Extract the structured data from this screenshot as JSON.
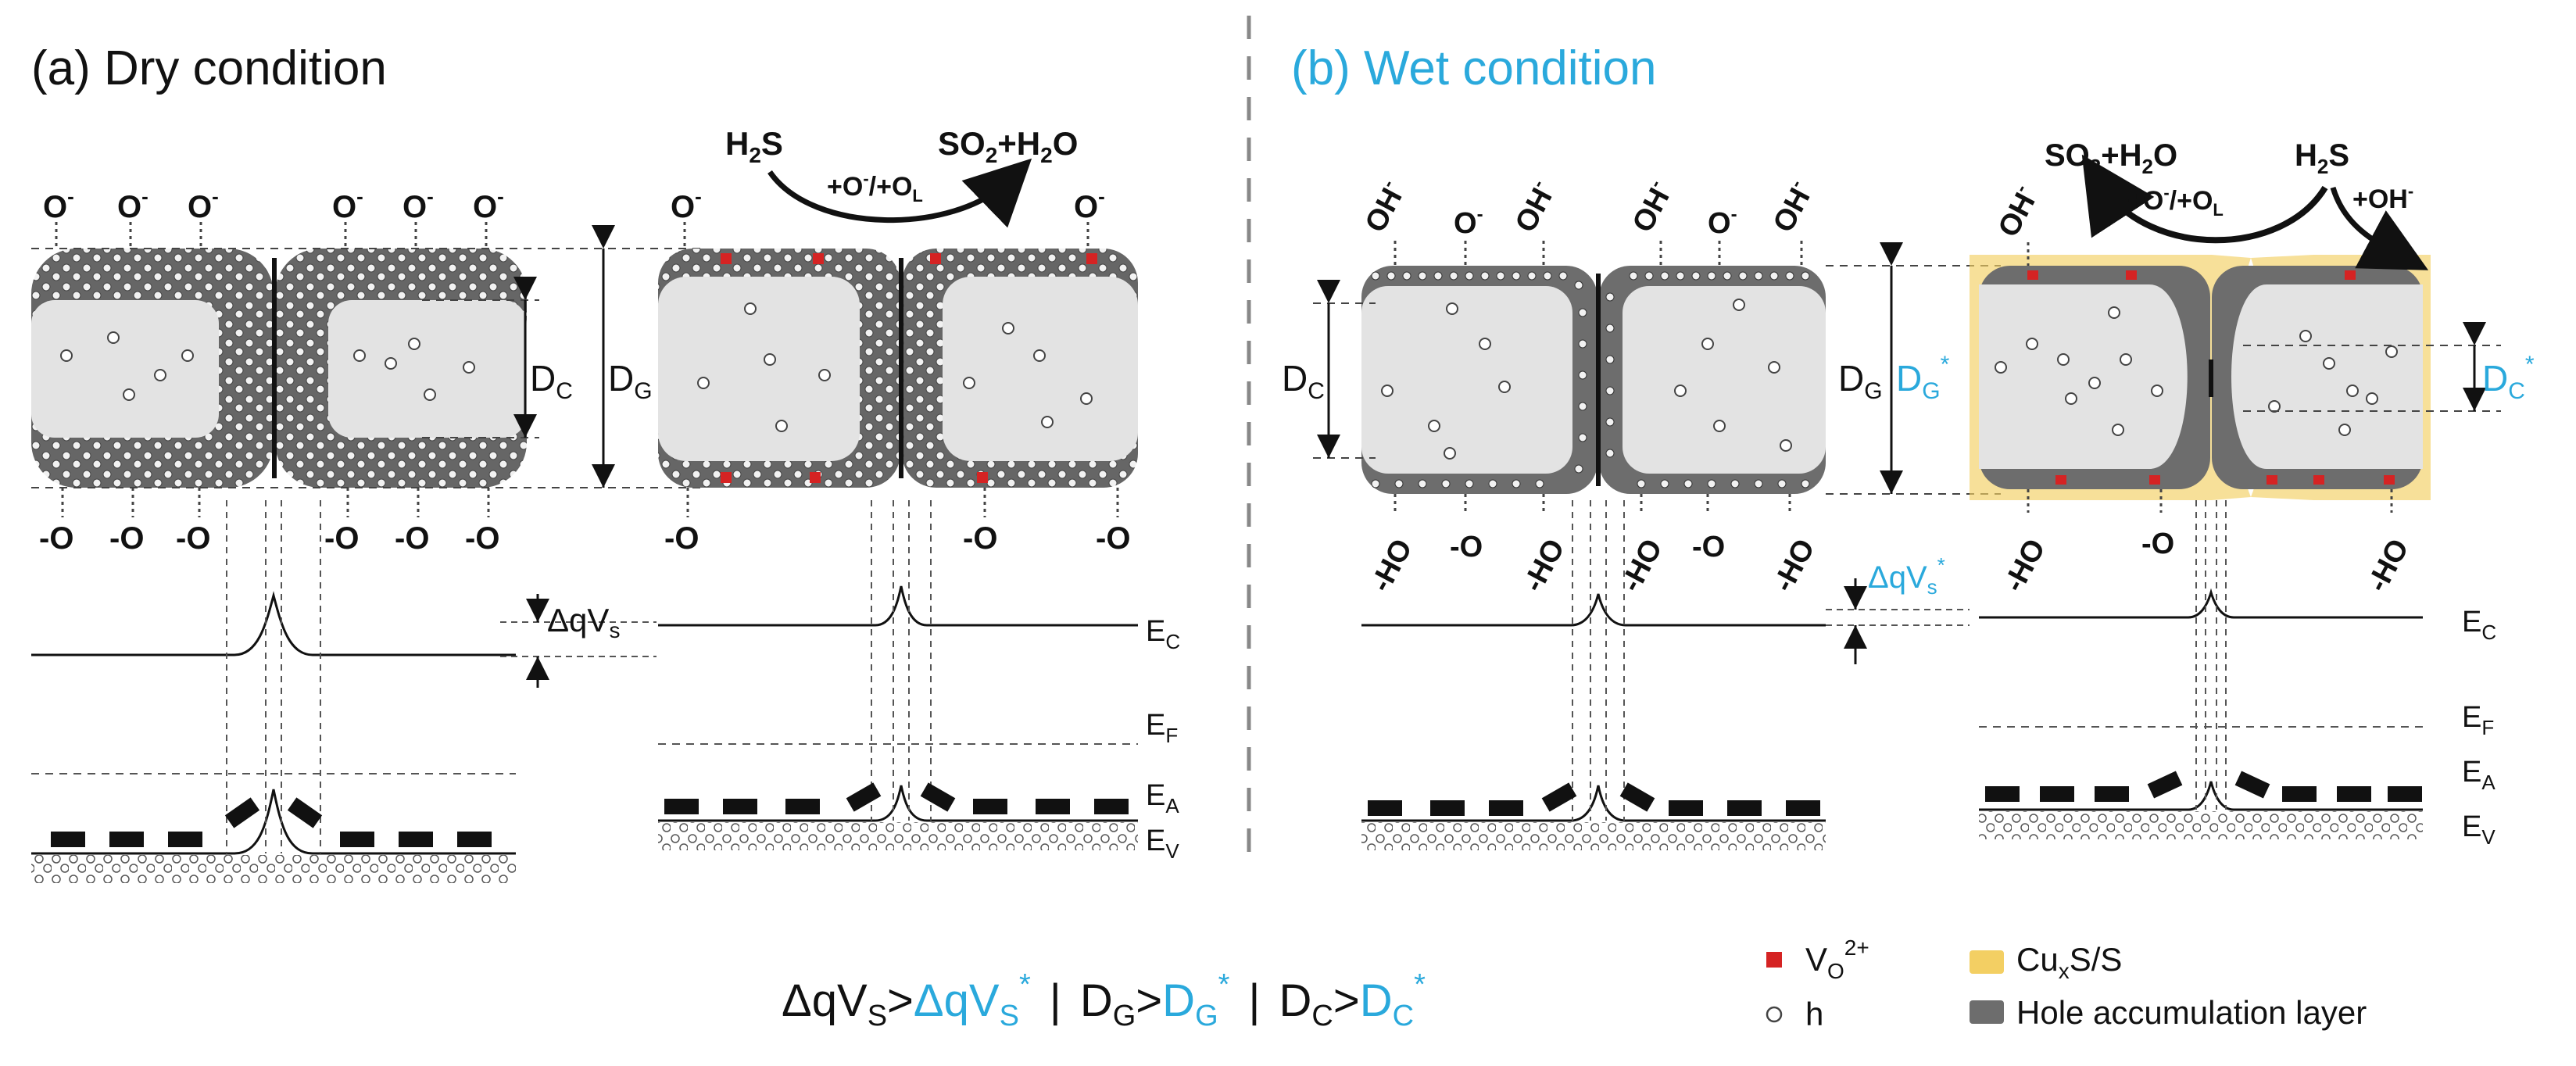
{
  "panel_a": {
    "title": "(a) Dry condition"
  },
  "panel_b": {
    "title": "(b) Wet condition"
  },
  "species": {
    "o_minus": "O",
    "o_minus_sup": "-",
    "o_bottom": "-O",
    "oh_minus": "OH",
    "oh_minus_sup": "-",
    "ho_bottom": "-HO"
  },
  "reaction_dry": {
    "reactant": "H",
    "reactant_sub": "2",
    "reactant_tail": "S",
    "product_a": "SO",
    "product_a_sub": "2",
    "product_b": "+H",
    "product_b_sub": "2",
    "product_c": "O",
    "oxidant": "+O",
    "oxidant_sup": "-",
    "oxidant_mid": "/+O",
    "oxidant_sub": "L"
  },
  "reaction_wet": {
    "extra": "+OH",
    "extra_sup": "-"
  },
  "dims": {
    "dc": "D",
    "dc_sub": "C",
    "dg": "D",
    "dg_sub": "G",
    "dg_star": "D",
    "dg_star_sub": "G",
    "star": "*",
    "dc_star": "D",
    "dc_star_sub": "C",
    "dqvs": "ΔqV",
    "dqvs_sub": "s",
    "dqvs_star": "ΔqV",
    "dqvs_star_sub": "s"
  },
  "bands": {
    "ec": "E",
    "ec_sub": "C",
    "ef": "E",
    "ef_sub": "F",
    "ea": "E",
    "ea_sub": "A",
    "ev": "E",
    "ev_sub": "V"
  },
  "relation": {
    "dqvs": "ΔqV",
    "dqvs_sub": "S",
    "gt": ">",
    "dqvs_star": "ΔqV",
    "dqvs_star_sub": "S",
    "star": "*",
    "sep": "|",
    "dg": "D",
    "dg_sub": "G",
    "dg_star": "D",
    "dg_star_sub": "G",
    "dc": "D",
    "dc_sub": "C",
    "dc_star": "D",
    "dc_star_sub": "C"
  },
  "legend": {
    "vo": "V",
    "vo_sub": "O",
    "vo_sup": "2+",
    "hole": "h",
    "cuxs": "Cu",
    "cuxs_sub": "x",
    "cuxs_tail": "S/S",
    "hal": "Hole accumulation layer"
  },
  "colors": {
    "accent_blue": "#2aa9dc",
    "hole_layer": "#6d6d6d",
    "grain_core": "#e3e3e3",
    "cuxs": "#f3cf63",
    "vacancy": "#d52323"
  }
}
